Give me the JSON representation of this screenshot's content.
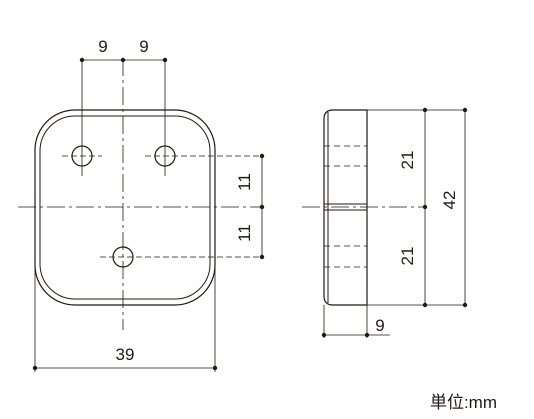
{
  "front_view": {
    "dims": {
      "hole_spacing_left": "9",
      "hole_spacing_right": "9",
      "vertical_upper": "11",
      "vertical_lower": "11",
      "width": "39"
    }
  },
  "side_view": {
    "dims": {
      "upper_half": "21",
      "lower_half": "21",
      "total_height": "42",
      "depth": "9"
    }
  },
  "unit_label": "単位:mm",
  "colors": {
    "line": "#231815",
    "background": "#ffffff"
  }
}
